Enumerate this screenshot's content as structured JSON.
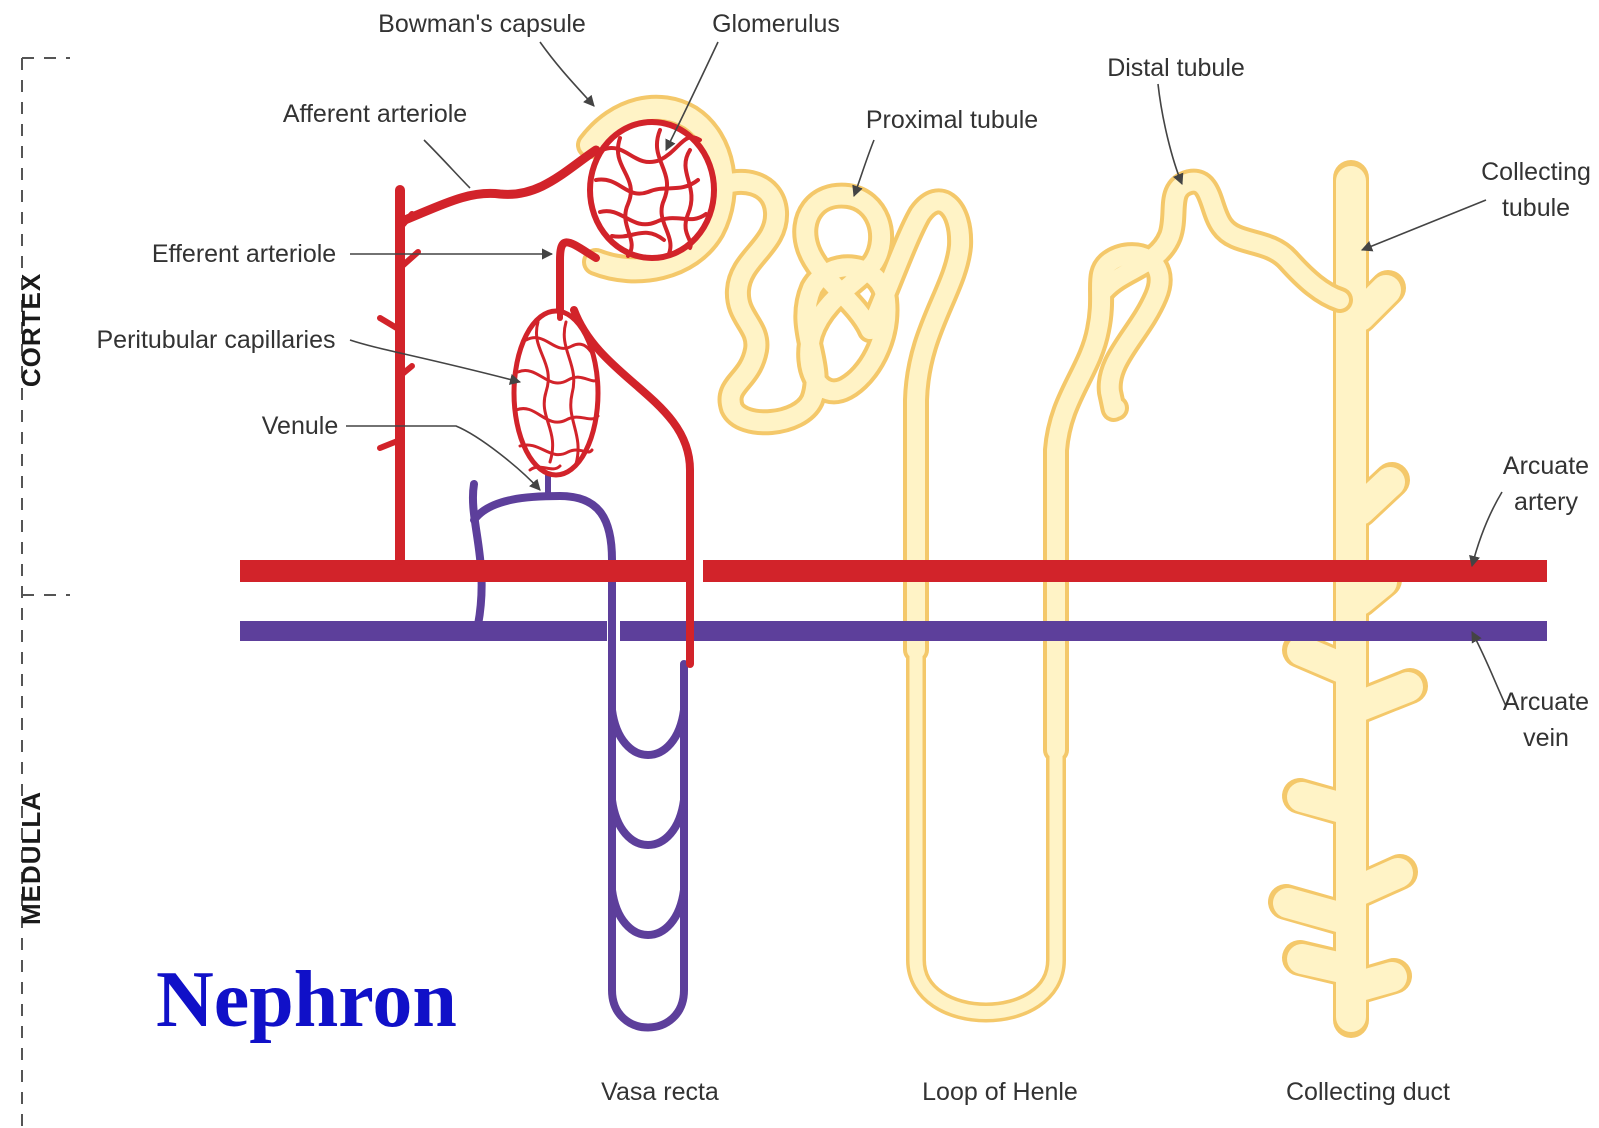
{
  "title": "Nephron",
  "regions": {
    "cortex": "CORTEX",
    "medulla": "MEDULLA"
  },
  "labels": {
    "bowmans_capsule": "Bowman's capsule",
    "glomerulus": "Glomerulus",
    "distal_tubule": "Distal tubule",
    "afferent_arteriole": "Afferent arteriole",
    "proximal_tubule": "Proximal tubule",
    "collecting_tubule_1": "Collecting",
    "collecting_tubule_2": "tubule",
    "efferent_arteriole": "Efferent arteriole",
    "peritubular_capillaries": "Peritubular capillaries",
    "venule": "Venule",
    "arcuate_artery_1": "Arcuate",
    "arcuate_artery_2": "artery",
    "arcuate_vein_1": "Arcuate",
    "arcuate_vein_2": "vein",
    "vasa_recta": "Vasa recta",
    "loop_of_henle": "Loop of Henle",
    "collecting_duct": "Collecting duct"
  },
  "colors": {
    "artery": "#d2232a",
    "vein": "#5d3f9b",
    "tubule_fill": "#fff3c6",
    "tubule_outline": "#f4c86a",
    "title": "#1010c8"
  }
}
